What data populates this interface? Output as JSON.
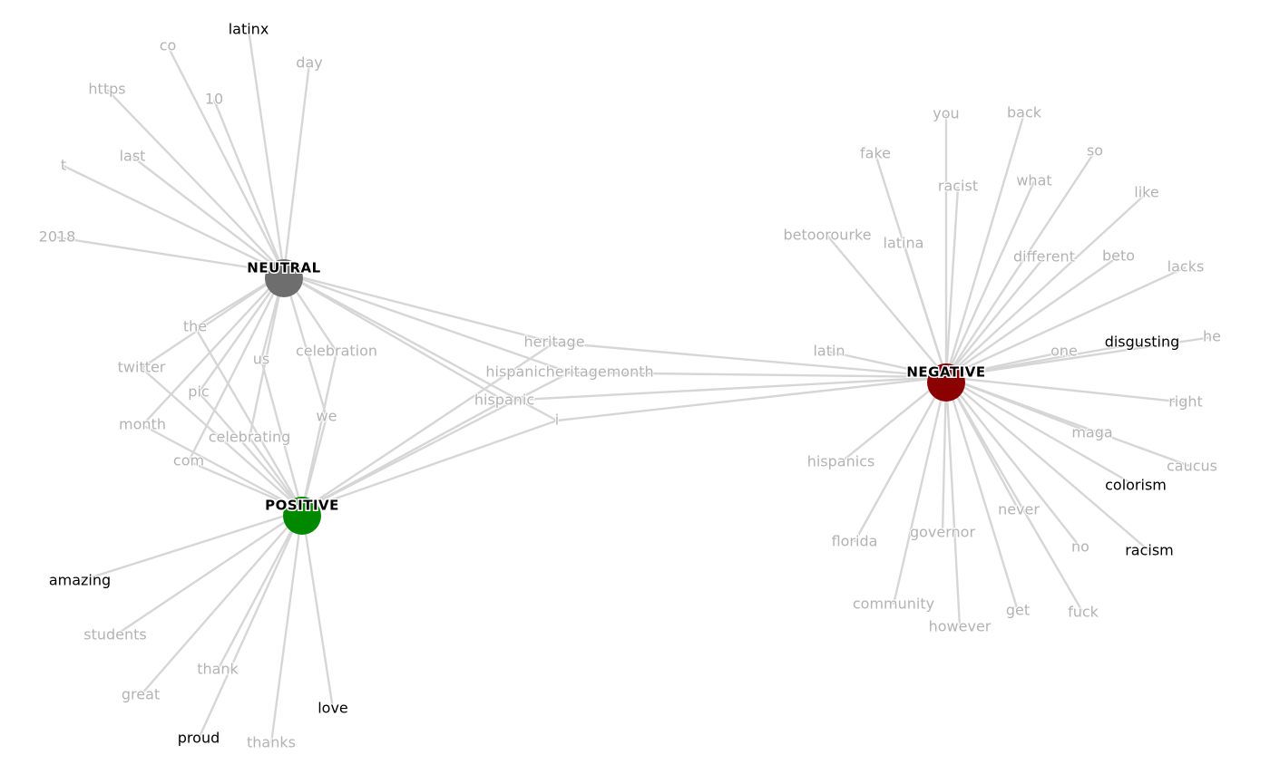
{
  "hubs": [
    {
      "id": "neutral",
      "label": "NEUTRAL",
      "color": "#6e6e6e"
    },
    {
      "id": "positive",
      "label": "POSITIVE",
      "color": "#008800"
    },
    {
      "id": "negative",
      "label": "NEGATIVE",
      "color": "#8b0000"
    }
  ],
  "colors": {
    "edge": "#d6d6d6",
    "word_default": "#b3b3b3",
    "word_highlight": "#000000"
  },
  "words": [
    {
      "label": "latinx",
      "highlight": true,
      "links": [
        "neutral"
      ]
    },
    {
      "label": "co",
      "highlight": false,
      "links": [
        "neutral"
      ]
    },
    {
      "label": "day",
      "highlight": false,
      "links": [
        "neutral"
      ]
    },
    {
      "label": "https",
      "highlight": false,
      "links": [
        "neutral"
      ]
    },
    {
      "label": "10",
      "highlight": false,
      "links": [
        "neutral"
      ]
    },
    {
      "label": "t",
      "highlight": false,
      "links": [
        "neutral"
      ]
    },
    {
      "label": "last",
      "highlight": false,
      "links": [
        "neutral"
      ]
    },
    {
      "label": "2018",
      "highlight": false,
      "links": [
        "neutral"
      ]
    },
    {
      "label": "the",
      "highlight": false,
      "links": [
        "neutral",
        "positive"
      ]
    },
    {
      "label": "twitter",
      "highlight": false,
      "links": [
        "neutral",
        "positive"
      ]
    },
    {
      "label": "pic",
      "highlight": false,
      "links": [
        "neutral",
        "positive"
      ]
    },
    {
      "label": "month",
      "highlight": false,
      "links": [
        "neutral",
        "positive"
      ]
    },
    {
      "label": "com",
      "highlight": false,
      "links": [
        "neutral",
        "positive"
      ]
    },
    {
      "label": "celebrating",
      "highlight": false,
      "links": [
        "neutral",
        "positive"
      ]
    },
    {
      "label": "us",
      "highlight": false,
      "links": [
        "neutral",
        "positive"
      ]
    },
    {
      "label": "celebration",
      "highlight": false,
      "links": [
        "neutral",
        "positive"
      ]
    },
    {
      "label": "we",
      "highlight": false,
      "links": [
        "neutral",
        "positive"
      ]
    },
    {
      "label": "heritage",
      "highlight": false,
      "links": [
        "neutral",
        "positive",
        "negative"
      ]
    },
    {
      "label": "hispanicheritagemonth",
      "highlight": false,
      "links": [
        "neutral",
        "positive",
        "negative"
      ]
    },
    {
      "label": "hispanic",
      "highlight": false,
      "links": [
        "neutral",
        "positive",
        "negative"
      ]
    },
    {
      "label": "i",
      "highlight": false,
      "links": [
        "neutral",
        "positive",
        "negative"
      ]
    },
    {
      "label": "amazing",
      "highlight": true,
      "links": [
        "positive"
      ]
    },
    {
      "label": "students",
      "highlight": false,
      "links": [
        "positive"
      ]
    },
    {
      "label": "great",
      "highlight": false,
      "links": [
        "positive"
      ]
    },
    {
      "label": "thank",
      "highlight": false,
      "links": [
        "positive"
      ]
    },
    {
      "label": "proud",
      "highlight": true,
      "links": [
        "positive"
      ]
    },
    {
      "label": "thanks",
      "highlight": false,
      "links": [
        "positive"
      ]
    },
    {
      "label": "love",
      "highlight": true,
      "links": [
        "positive"
      ]
    },
    {
      "label": "you",
      "highlight": false,
      "links": [
        "negative"
      ]
    },
    {
      "label": "back",
      "highlight": false,
      "links": [
        "negative"
      ]
    },
    {
      "label": "fake",
      "highlight": false,
      "links": [
        "negative"
      ]
    },
    {
      "label": "racist",
      "highlight": false,
      "links": [
        "negative"
      ]
    },
    {
      "label": "what",
      "highlight": false,
      "links": [
        "negative"
      ]
    },
    {
      "label": "so",
      "highlight": false,
      "links": [
        "negative"
      ]
    },
    {
      "label": "like",
      "highlight": false,
      "links": [
        "negative"
      ]
    },
    {
      "label": "betoorourke",
      "highlight": false,
      "links": [
        "negative"
      ]
    },
    {
      "label": "latina",
      "highlight": false,
      "links": [
        "negative"
      ]
    },
    {
      "label": "different",
      "highlight": false,
      "links": [
        "negative"
      ]
    },
    {
      "label": "beto",
      "highlight": false,
      "links": [
        "negative"
      ]
    },
    {
      "label": "lacks",
      "highlight": false,
      "links": [
        "negative"
      ]
    },
    {
      "label": "latin",
      "highlight": false,
      "links": [
        "negative"
      ]
    },
    {
      "label": "one",
      "highlight": false,
      "links": [
        "negative"
      ]
    },
    {
      "label": "disgusting",
      "highlight": true,
      "links": [
        "negative"
      ]
    },
    {
      "label": "he",
      "highlight": false,
      "links": [
        "negative"
      ]
    },
    {
      "label": "right",
      "highlight": false,
      "links": [
        "negative"
      ]
    },
    {
      "label": "maga",
      "highlight": false,
      "links": [
        "negative"
      ]
    },
    {
      "label": "caucus",
      "highlight": false,
      "links": [
        "negative"
      ]
    },
    {
      "label": "colorism",
      "highlight": true,
      "links": [
        "negative"
      ]
    },
    {
      "label": "hispanics",
      "highlight": false,
      "links": [
        "negative"
      ]
    },
    {
      "label": "florida",
      "highlight": false,
      "links": [
        "negative"
      ]
    },
    {
      "label": "governor",
      "highlight": false,
      "links": [
        "negative"
      ]
    },
    {
      "label": "never",
      "highlight": false,
      "links": [
        "negative"
      ]
    },
    {
      "label": "no",
      "highlight": false,
      "links": [
        "negative"
      ]
    },
    {
      "label": "racism",
      "highlight": true,
      "links": [
        "negative"
      ]
    },
    {
      "label": "community",
      "highlight": false,
      "links": [
        "negative"
      ]
    },
    {
      "label": "however",
      "highlight": false,
      "links": [
        "negative"
      ]
    },
    {
      "label": "get",
      "highlight": false,
      "links": [
        "negative"
      ]
    },
    {
      "label": "fuck",
      "highlight": false,
      "links": [
        "negative"
      ]
    }
  ]
}
